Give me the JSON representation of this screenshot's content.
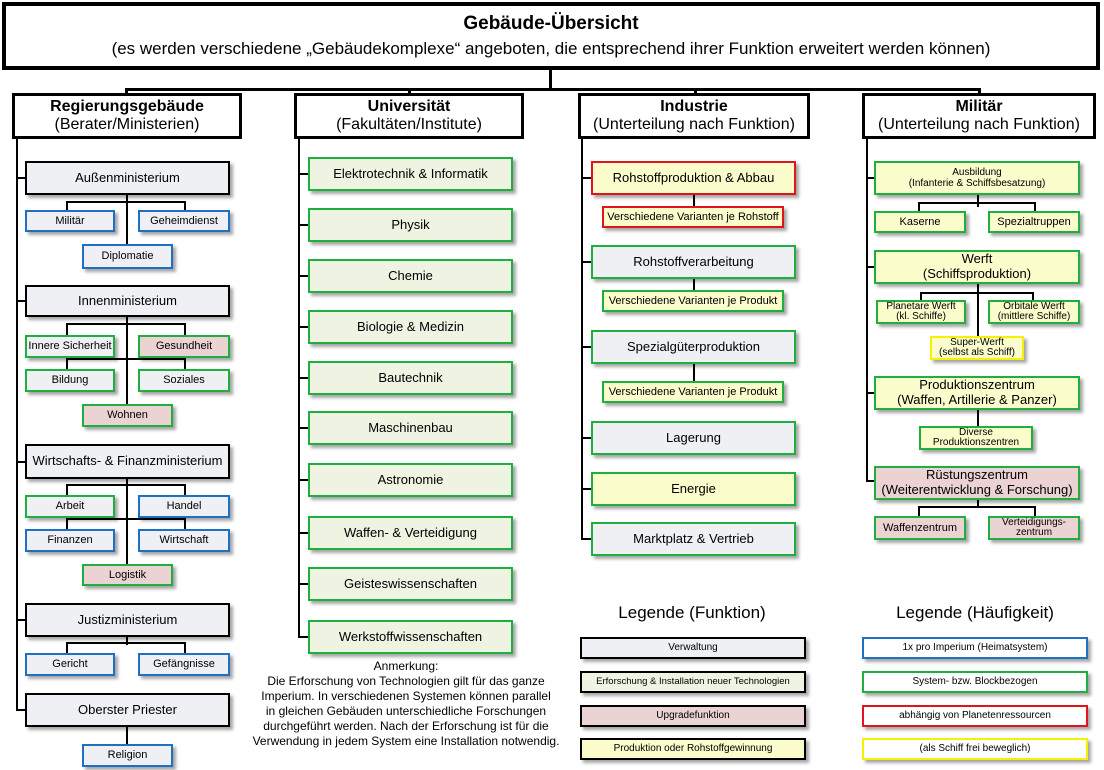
{
  "header": {
    "title": "Gebäude-Übersicht",
    "subtitle": "(es werden verschiedene „Gebäudekomplexe“ angeboten, die entsprechend ihrer Funktion erweitert werden können)"
  },
  "regierung": {
    "title": "Regierungsgebäude",
    "subtitle": "(Berater/Ministerien)",
    "aussen": "Außenministerium",
    "militaer": "Militär",
    "geheimdienst": "Geheimdienst",
    "diplomatie": "Diplomatie",
    "innen": "Innenministerium",
    "innere_sicherheit": "Innere Sicherheit",
    "gesundheit": "Gesundheit",
    "bildung": "Bildung",
    "soziales": "Soziales",
    "wohnen": "Wohnen",
    "wirtschaft": "Wirtschafts- & Finanzministerium",
    "arbeit": "Arbeit",
    "handel": "Handel",
    "finanzen": "Finanzen",
    "wirtschaft_sub": "Wirtschaft",
    "logistik": "Logistik",
    "justiz": "Justizministerium",
    "gericht": "Gericht",
    "gefaengnisse": "Gefängnisse",
    "priester": "Oberster Priester",
    "religion": "Religion"
  },
  "universitaet": {
    "title": "Universität",
    "subtitle": "(Fakultäten/Institute)",
    "items": [
      "Elektrotechnik & Informatik",
      "Physik",
      "Chemie",
      "Biologie & Medizin",
      "Bautechnik",
      "Maschinenbau",
      "Astronomie",
      "Waffen- & Verteidigung",
      "Geisteswissenschaften",
      "Werkstoffwissenschaften"
    ]
  },
  "industrie": {
    "title": "Industrie",
    "subtitle": "(Unterteilung nach Funktion)",
    "rohstoffproduktion": "Rohstoffproduktion & Abbau",
    "varianten_rohstoff": "Verschiedene Varianten je Rohstoff",
    "rohstoffverarbeitung": "Rohstoffverarbeitung",
    "varianten_produkt1": "Verschiedene Varianten je Produkt",
    "spezialgueter": "Spezialgüterproduktion",
    "varianten_produkt2": "Verschiedene Varianten je Produkt",
    "lagerung": "Lagerung",
    "energie": "Energie",
    "marktplatz": "Marktplatz & Vertrieb"
  },
  "militaer": {
    "title": "Militär",
    "subtitle": "(Unterteilung nach Funktion)",
    "ausbildung1": "Ausbildung",
    "ausbildung2": "(Infanterie & Schiffsbesatzung)",
    "kaserne": "Kaserne",
    "spezialtruppen": "Spezialtruppen",
    "werft1": "Werft",
    "werft2": "(Schiffsproduktion)",
    "planetare1": "Planetare Werft",
    "planetare2": "(kl. Schiffe)",
    "orbitale1": "Orbitale Werft",
    "orbitale2": "(mittlere Schiffe)",
    "super1": "Super-Werft",
    "super2": "(selbst als Schiff)",
    "produktion1": "Produktionszentrum",
    "produktion2": "(Waffen, Artillerie & Panzer)",
    "diverse1": "Diverse",
    "diverse2": "Produktionszentren",
    "ruestung1": "Rüstungszentrum",
    "ruestung2": "(Weiterentwicklung & Forschung)",
    "waffenzentrum": "Waffenzentrum",
    "vert1": "Verteidigungs-",
    "vert2": "zentrum"
  },
  "legende_funktion": {
    "title": "Legende (Funktion)",
    "verwaltung": "Verwaltung",
    "forschung": "Erforschung & Installation neuer Technologien",
    "upgrade": "Upgradefunktion",
    "produktion": "Produktion oder Rohstoffgewinnung"
  },
  "legende_haeufigkeit": {
    "title": "Legende (Häufigkeit)",
    "imperium": "1x pro Imperium (Heimatsystem)",
    "system": "System- bzw. Blockbezogen",
    "planeten": "abhängig von Planetenressourcen",
    "schiff": "(als Schiff frei beweglich)"
  },
  "anmerkung": {
    "title": "Anmerkung:",
    "l1": "Die Erforschung von Technologien gilt für das ganze",
    "l2": "Imperium. In verschiedenen Systemen können parallel",
    "l3": "in gleichen Gebäuden unterschiedliche Forschungen",
    "l4": "durchgeführt werden. Nach der Erforschung ist für die",
    "l5": "Verwendung in jedem System eine Installation notwendig."
  },
  "colors": {
    "verwaltung": "#eef0f4",
    "forschung": "#eef3e2",
    "upgrade": "#ecd3d3",
    "produktion": "#fafccc",
    "blau": "#1f6fc6",
    "gruen": "#1faf3f",
    "rot": "#e0141a",
    "gelb": "#f7f000"
  }
}
